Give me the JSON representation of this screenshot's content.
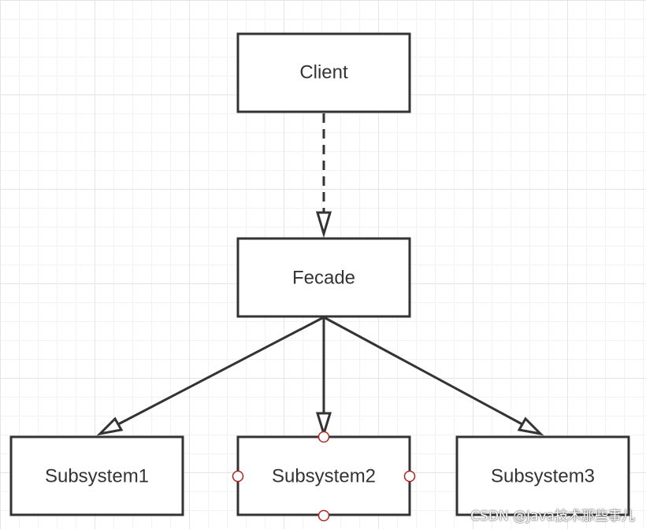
{
  "nodes": {
    "client": "Client",
    "facade": "Fecade",
    "subsystem1": "Subsystem1",
    "subsystem2": "Subsystem2",
    "subsystem3": "Subsystem3"
  },
  "watermark": "CSDN @Java技术那些事儿",
  "colors": {
    "stroke": "#333333",
    "port": "#b22222",
    "text": "#333333"
  }
}
